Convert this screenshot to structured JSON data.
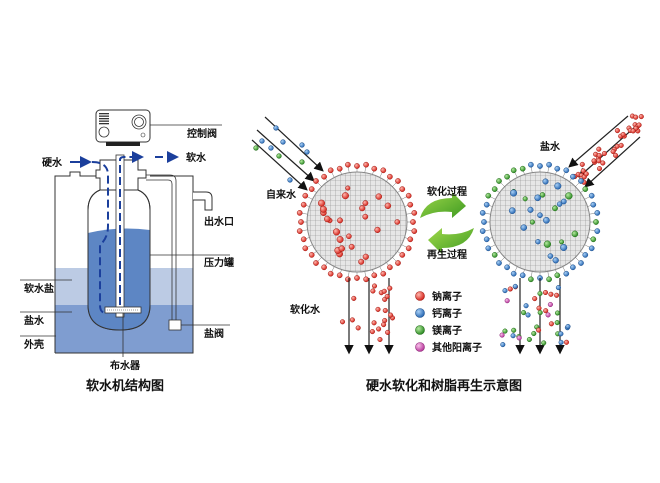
{
  "left_diagram": {
    "title": "软水机结构图",
    "labels": {
      "control_valve": "控制阀",
      "hard_water": "硬水",
      "soft_water": "软水",
      "outlet": "出水口",
      "pressure_tank": "压力罐",
      "softener_salt": "软水盐",
      "brine": "盐水",
      "shell": "外壳",
      "salt_valve": "盐阀",
      "distributor": "布水器"
    }
  },
  "right_diagram": {
    "title": "硬水软化和树脂再生示意图",
    "labels": {
      "tap_water": "自来水",
      "brine": "盐水",
      "softening_process": "软化过程",
      "regeneration_process": "再生过程",
      "softened_water": "软化水"
    },
    "legend": [
      {
        "label": "钠离子",
        "color": "#e8403a"
      },
      {
        "label": "钙离子",
        "color": "#3a7fc8"
      },
      {
        "label": "镁离子",
        "color": "#3fa535"
      },
      {
        "label": "其他阳离子",
        "color": "#d44fb4"
      }
    ]
  },
  "colors": {
    "water_dark": "#5d86c4",
    "water_light": "#bccbe4",
    "flow_arrow": "#1b3f9c",
    "cycle_arrow": "#6db830"
  }
}
